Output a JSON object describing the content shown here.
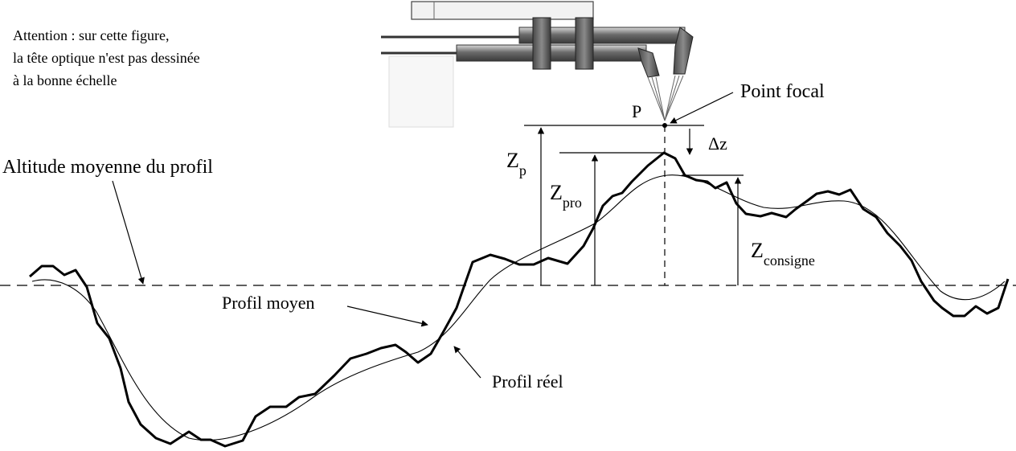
{
  "note": {
    "lines": [
      "Attention : sur cette figure,",
      "la tête optique n'est pas dessinée",
      "à la bonne échelle"
    ]
  },
  "labels": {
    "point_focal": "Point focal",
    "point_p": "P",
    "delta_z": "Δz",
    "altitude_moyenne": "Altitude moyenne du profil",
    "profil_moyen": "Profil moyen",
    "profil_reel": "Profil réel",
    "zp": {
      "main": "Z",
      "sub": "p"
    },
    "zpro": {
      "main": "Z",
      "sub": "pro"
    },
    "zconsigne": {
      "main": "Z",
      "sub": "consigne"
    }
  },
  "colors": {
    "ink": "#000000",
    "head_dark": "#555555",
    "head_light": "#cfcfcf"
  }
}
